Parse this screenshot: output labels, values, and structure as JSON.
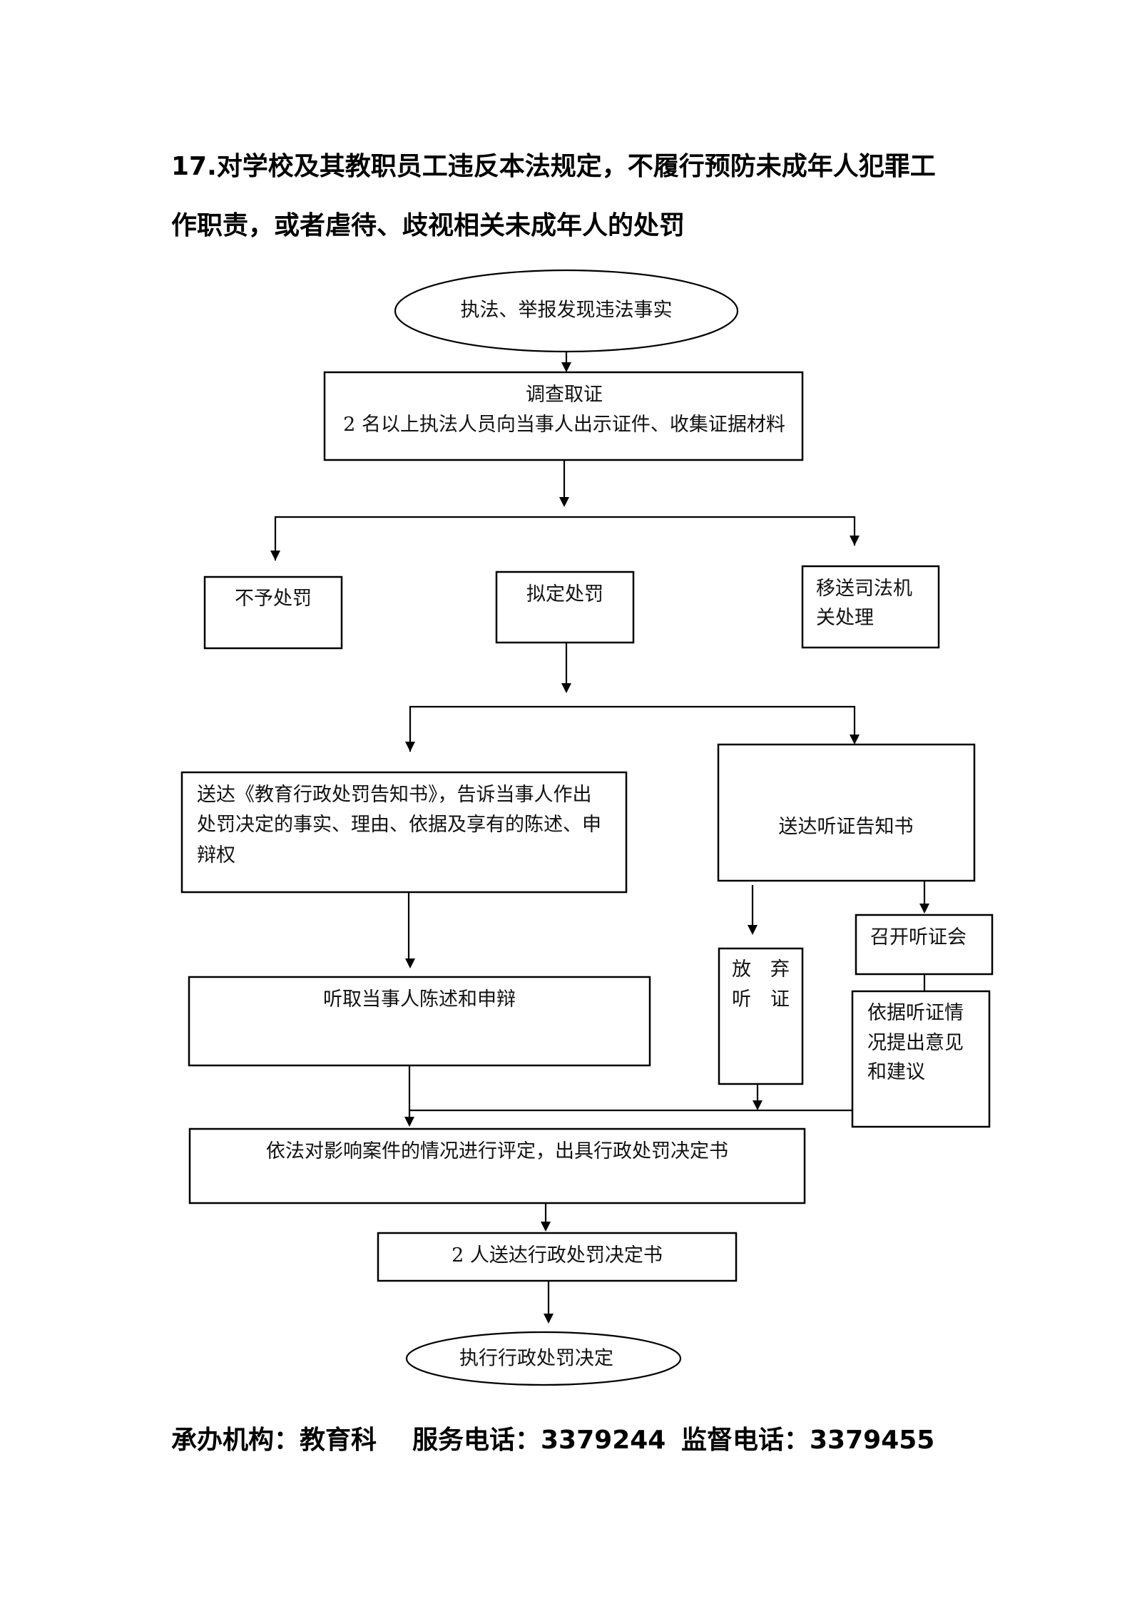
{
  "title": {
    "line1": "17.对学校及其教职员工违反本法规定，不履行预防未成年人犯罪工",
    "line2": "作职责，或者虐待、歧视相关未成年人的处罚"
  },
  "nodes": {
    "start": "执法、举报发现违法事实",
    "investigate": {
      "line1": "调查取证",
      "line2": "2 名以上执法人员向当事人出示证件、收集证据材料"
    },
    "no_penalty": "不予处罚",
    "proposed_penalty": "拟定处罚",
    "transfer": {
      "line1": "移送司法机",
      "line2": "关处理"
    },
    "notice": {
      "line1": "送达《教育行政处罚告知书》，告诉当事人作出",
      "line2": "处罚决定的事实、理由、依据及享有的陈述、申",
      "line3": "辩权"
    },
    "hearing_notice": "送达听证告知书",
    "hold_hearing": "召开听证会",
    "waive": {
      "line1": "放　弃",
      "line2": "听　证"
    },
    "opinion": {
      "line1": "依据听证情",
      "line2": "况提出意见",
      "line3": "和建议"
    },
    "statement": "听取当事人陈述和申辩",
    "decision": "依法对影响案件的情况进行评定，出具行政处罚决定书",
    "deliver": "2 人送达行政处罚决定书",
    "execute": "执行行政处罚决定"
  },
  "footer": {
    "agency": "承办机构：教育科",
    "service_phone": "服务电话：3379244",
    "supervision_phone": "监督电话：3379455"
  }
}
